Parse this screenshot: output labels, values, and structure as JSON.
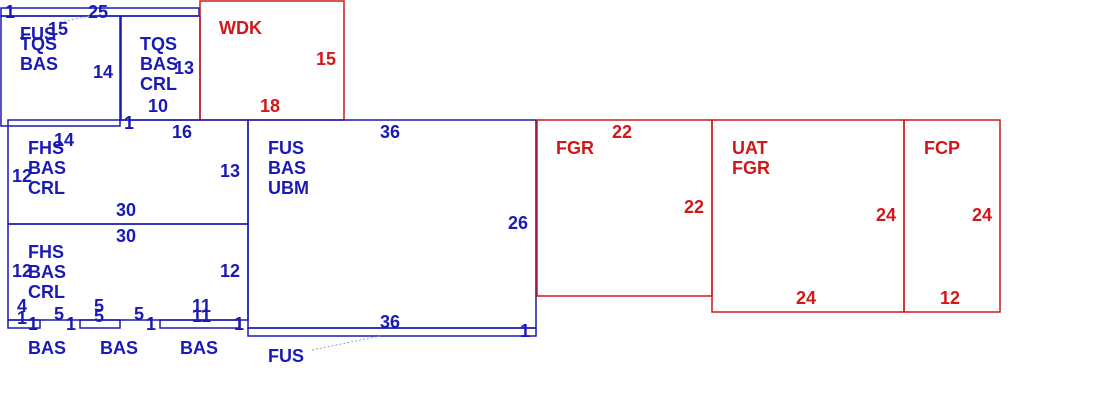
{
  "colors": {
    "blue": "#1a1ab4",
    "red": "#d01818"
  },
  "pieces": [
    {
      "id": "top-strip",
      "color": "blue",
      "codes": [],
      "dims": [
        "1",
        "25"
      ]
    },
    {
      "id": "fus-tqs",
      "color": "blue",
      "codes": [
        "FUS",
        "TQS",
        "BAS"
      ],
      "dims": [
        "15",
        "14"
      ]
    },
    {
      "id": "tqs-crl",
      "color": "blue",
      "codes": [
        "TQS",
        "BAS",
        "CRL"
      ],
      "dims": [
        "13",
        "10",
        "1"
      ]
    },
    {
      "id": "wdk",
      "color": "red",
      "codes": [
        "WDK"
      ],
      "dims": [
        "15",
        "18"
      ]
    },
    {
      "id": "fhs-upper",
      "color": "blue",
      "codes": [
        "FHS",
        "BAS",
        "CRL"
      ],
      "dims": [
        "14",
        "16",
        "12",
        "13",
        "30"
      ]
    },
    {
      "id": "fhs-lower",
      "color": "blue",
      "codes": [
        "FHS",
        "BAS",
        "CRL"
      ],
      "dims": [
        "30",
        "12",
        "12"
      ]
    },
    {
      "id": "fus-ubm",
      "color": "blue",
      "codes": [
        "FUS",
        "BAS",
        "UBM"
      ],
      "dims": [
        "36",
        "26",
        "36"
      ]
    },
    {
      "id": "fgr",
      "color": "red",
      "codes": [
        "FGR"
      ],
      "dims": [
        "22",
        "22"
      ]
    },
    {
      "id": "uat-fgr",
      "color": "red",
      "codes": [
        "UAT",
        "FGR"
      ],
      "dims": [
        "24",
        "24"
      ]
    },
    {
      "id": "fcp",
      "color": "red",
      "codes": [
        "FCP"
      ],
      "dims": [
        "24",
        "12"
      ]
    },
    {
      "id": "bas-strip-1",
      "color": "blue",
      "codes": [
        "BAS"
      ],
      "dims": [
        "4",
        "1",
        "5",
        "1"
      ]
    },
    {
      "id": "bas-strip-2",
      "color": "blue",
      "codes": [
        "BAS"
      ],
      "dims": [
        "5",
        "5",
        "1",
        "5",
        "1"
      ]
    },
    {
      "id": "bas-strip-3",
      "color": "blue",
      "codes": [
        "BAS"
      ],
      "dims": [
        "11",
        "11",
        "1"
      ]
    },
    {
      "id": "fus-strip",
      "color": "blue",
      "codes": [
        "FUS"
      ],
      "dims": [
        "1"
      ]
    }
  ]
}
